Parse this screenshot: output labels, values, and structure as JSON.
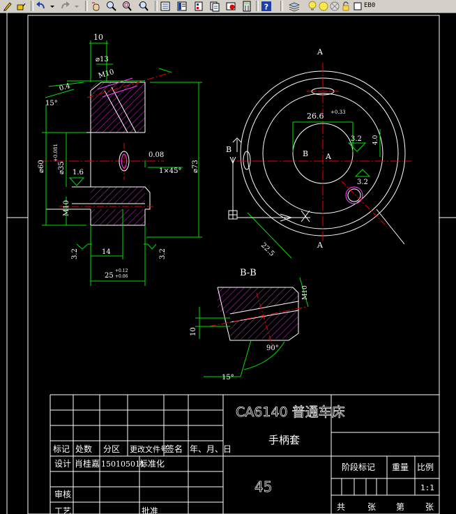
{
  "toolbar": {
    "items": [
      "pencil-icon",
      "paint-icon",
      "undo-icon",
      "redo-icon",
      "pan-icon",
      "zoom-realtime-icon",
      "zoom-window-icon",
      "zoom-previous-icon",
      "properties-icon",
      "design-center-icon",
      "tool-palette-icon",
      "sheet-set-icon",
      "markup-icon",
      "calculator-icon",
      "help-icon",
      "layer-manager-icon",
      "lightbulb-icon",
      "sun-icon",
      "layer-freeze-icon",
      "lock-icon",
      "color-swatch-icon"
    ],
    "layer_name": "EB0"
  },
  "drawing": {
    "dim_10_top": "10",
    "dim_phi13": "⌀13",
    "dim_M10_top": "M10",
    "dim_04": "0.4",
    "dim_15_left": "15°",
    "dim_phi60": "⌀60",
    "dim_phi35": "⌀35",
    "dim_phi35_tol": "+0.081",
    "dim_16": "1.6",
    "dim_M10_left": "M10",
    "dim_008": "0.08",
    "dim_1x45": "1×45°",
    "dim_phi73": "⌀73",
    "dim_32_a": "3.2",
    "dim_14": "14",
    "dim_32_b": "3.2",
    "dim_25": "25",
    "dim_25_tol_up": "+0.12",
    "dim_25_tol_low": "+0.06",
    "label_A_top": "A",
    "dim_266": "26.6",
    "dim_266_tol": "+0.33",
    "dim_32_c": "3.2",
    "dim_40": "4.0",
    "label_B_left": "B",
    "label_B_center": "B",
    "label_A_center": "A",
    "dim_32_d": "3.2",
    "dim_225": "22.5",
    "label_A_bottom": "A",
    "section_title": "B-B",
    "dim_M10_sec": "M10",
    "dim_10_sec": "10",
    "dim_90": "90°",
    "dim_15_sec": "15°"
  },
  "title_block": {
    "title": "CA6140 普通车床",
    "part_name": "手柄套",
    "h_mark": "标记",
    "h_count": "处数",
    "h_zone": "分区",
    "h_docno": "更改文件号",
    "h_sign": "签名",
    "h_date": "年、月、日",
    "r_design": "设计",
    "r_designer": "肖桂嘉",
    "r_id": "150105011",
    "r_std": "标准化",
    "r_review": "审核",
    "r_process": "工艺",
    "r_approve": "批准",
    "drawing_no": "45",
    "stage_mark": "阶段标记",
    "weight": "重量",
    "scale_label": "比例",
    "scale_value": "1:1",
    "sheets_total": "共",
    "sheets_of": "张",
    "sheet_no": "第",
    "sheet_unit": "张"
  }
}
